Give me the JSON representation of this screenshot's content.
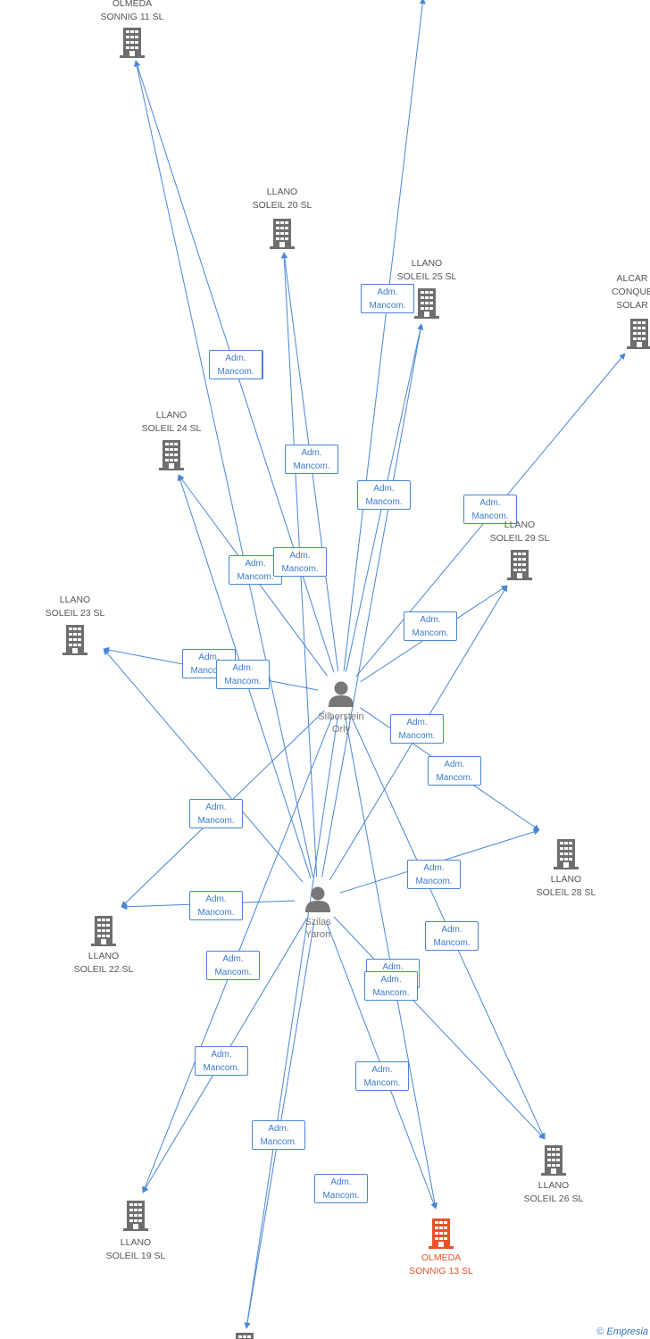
{
  "colors": {
    "edge": "#4a86d6",
    "building": "#6e6e6e",
    "highlight": "#e8532b",
    "person": "#777777"
  },
  "persons": [
    {
      "id": "orly",
      "label": "Silberstein\nOrly"
    },
    {
      "id": "yaron",
      "label": "Szilas\nYaron"
    }
  ],
  "companies": [
    {
      "id": "olmeda11",
      "label": "OLMEDA\nSONNIG 11 SL"
    },
    {
      "id": "llano20",
      "label": "LLANO\nSOLEIL 20 SL"
    },
    {
      "id": "llano25",
      "label": "LLANO\nSOLEIL 25 SL"
    },
    {
      "id": "alcar",
      "label": "ALCAR\nCONQUE\nSOLAR"
    },
    {
      "id": "llano24",
      "label": "LLANO\nSOLEIL 24 SL"
    },
    {
      "id": "llano29",
      "label": "LLANO\nSOLEIL 29 SL"
    },
    {
      "id": "llano23",
      "label": "LLANO\nSOLEIL 23 SL"
    },
    {
      "id": "llano28",
      "label": "LLANO\nSOLEIL 28 SL"
    },
    {
      "id": "llano22",
      "label": "LLANO\nSOLEIL 22 SL"
    },
    {
      "id": "llano26",
      "label": "LLANO\nSOLEIL 26 SL"
    },
    {
      "id": "llano19",
      "label": "LLANO\nSOLEIL 19 SL"
    },
    {
      "id": "olmeda13",
      "label": "OLMEDA\nSONNIG 13 SL",
      "highlight": true
    },
    {
      "id": "offbottom",
      "label": ""
    }
  ],
  "edge_label": {
    "line1": "Adm.",
    "line2": "Mancom."
  },
  "edges": [
    {
      "from": "orly",
      "to": "olmeda11"
    },
    {
      "from": "yaron",
      "to": "olmeda11"
    },
    {
      "from": "orly",
      "to": "llano20"
    },
    {
      "from": "yaron",
      "to": "llano20"
    },
    {
      "from": "orly",
      "to": "llano25"
    },
    {
      "from": "yaron",
      "to": "llano25"
    },
    {
      "from": "orly",
      "to": "alcar"
    },
    {
      "from": "orly",
      "to": "llano24"
    },
    {
      "from": "yaron",
      "to": "llano24"
    },
    {
      "from": "orly",
      "to": "llano29"
    },
    {
      "from": "yaron",
      "to": "llano29"
    },
    {
      "from": "orly",
      "to": "llano23"
    },
    {
      "from": "yaron",
      "to": "llano23"
    },
    {
      "from": "orly",
      "to": "llano28"
    },
    {
      "from": "yaron",
      "to": "llano28"
    },
    {
      "from": "orly",
      "to": "llano22"
    },
    {
      "from": "yaron",
      "to": "llano22"
    },
    {
      "from": "orly",
      "to": "llano26"
    },
    {
      "from": "yaron",
      "to": "llano26"
    },
    {
      "from": "orly",
      "to": "llano19"
    },
    {
      "from": "yaron",
      "to": "llano19"
    },
    {
      "from": "orly",
      "to": "olmeda13"
    },
    {
      "from": "yaron",
      "to": "olmeda13"
    },
    {
      "from": "orly",
      "to": "offbottom"
    },
    {
      "from": "yaron",
      "to": "offbottom"
    },
    {
      "from": "orly",
      "to": "offtop"
    }
  ],
  "footer": {
    "copyright": "©",
    "brand": "Empresia"
  }
}
